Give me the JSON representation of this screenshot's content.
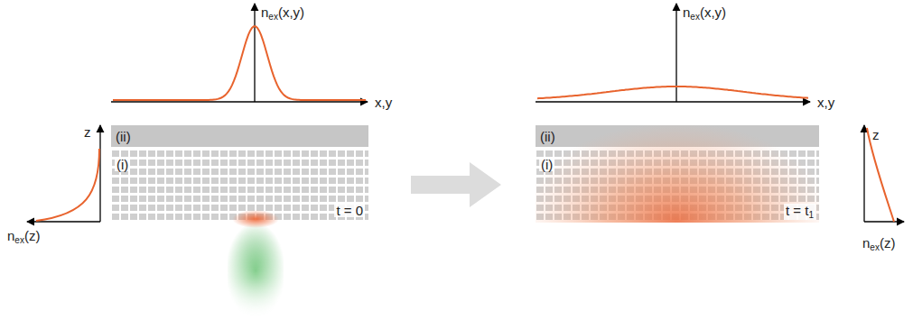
{
  "diagram": {
    "nodes": [
      {
        "text": [
          "(ii)"
        ]
      },
      {
        "text": [
          "(i)"
        ]
      },
      {
        "text": [
          "(ii)"
        ]
      },
      {
        "text": [
          "(i)"
        ]
      }
    ],
    "labels": [
      "nex(x,y)",
      "x,y",
      "z",
      "nex(z)",
      "t = 0",
      "nex(x,y)",
      "x,y",
      "z",
      "nex(z)",
      "t = t1"
    ]
  }
}
